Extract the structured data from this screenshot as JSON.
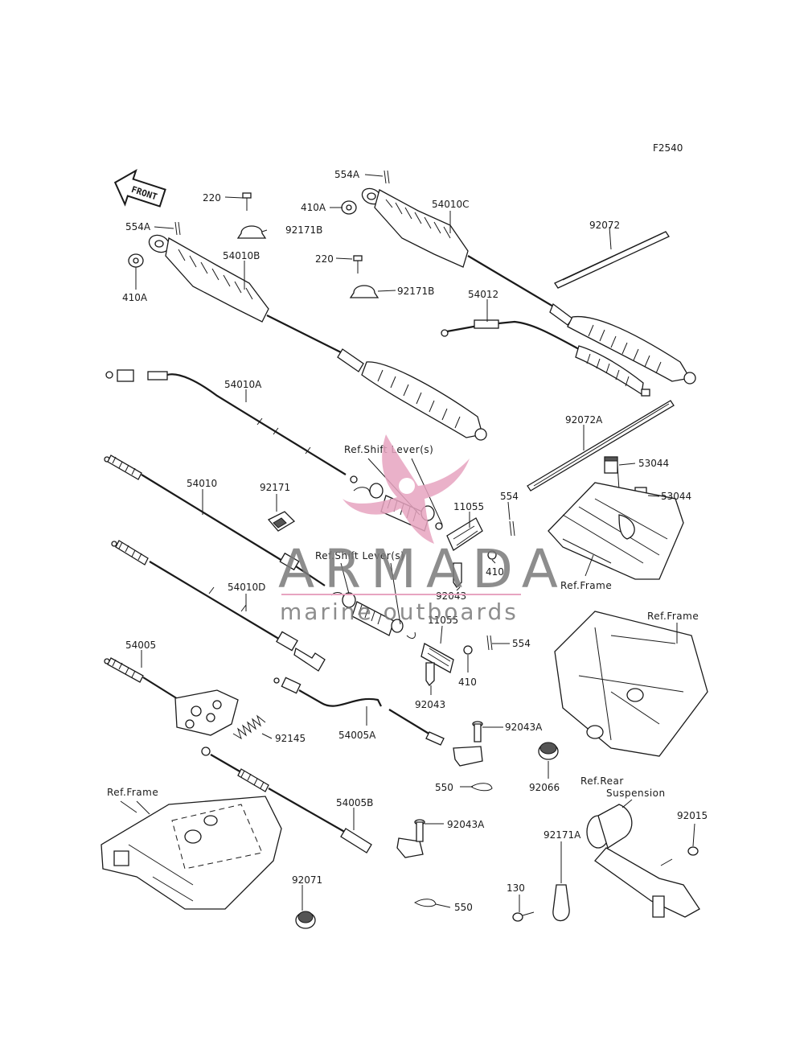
{
  "figure_code": "F2540",
  "front_arrow_label": "FRONT",
  "labels": {
    "p554A_top": "554A",
    "p220_a": "220",
    "p410A_a": "410A",
    "p54010C": "54010C",
    "p92072": "92072",
    "p554A_left": "554A",
    "p92171B_a": "92171B",
    "p410A_b": "410A",
    "p54010B": "54010B",
    "p220_b": "220",
    "p92171B_b": "92171B",
    "p54012": "54012",
    "p54010A": "54010A",
    "p92072A": "92072A",
    "p53044_a": "53044",
    "p53044_b": "53044",
    "p54010": "54010",
    "p92171": "92171",
    "p11055_a": "11055",
    "p554_a": "554",
    "p410_a": "410",
    "p92043_a": "92043",
    "p54010D": "54010D",
    "p11055_b": "11055",
    "p554_b": "554",
    "p410_b": "410",
    "p54005": "54005",
    "p92043_b": "92043",
    "p92145": "92145",
    "p54005A": "54005A",
    "p92043A_a": "92043A",
    "p550_a": "550",
    "p92066": "92066",
    "p54005B": "54005B",
    "p92043A_b": "92043A",
    "p92071": "92071",
    "p550_b": "550",
    "p92015": "92015",
    "p92171A": "92171A",
    "p130": "130"
  },
  "references": {
    "shift_lever_a": "Ref.Shift Lever(s)",
    "shift_lever_b": "Ref.Shift Lever(s)",
    "frame_a": "Ref.Frame",
    "frame_b": "Ref.Frame",
    "frame_c": "Ref.Frame",
    "rear_suspension_1": "Ref.Rear",
    "rear_suspension_2": "Suspension"
  },
  "watermark": {
    "brand": "ARMADA",
    "tagline": "marine outboards",
    "colors": {
      "logo_pink": "#e7a4c0",
      "text_gray": "#7a7a7a"
    }
  }
}
